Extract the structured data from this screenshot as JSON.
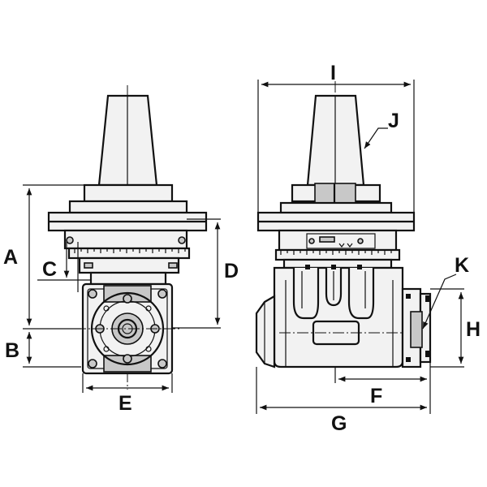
{
  "dimension_labels": {
    "A": "A",
    "B": "B",
    "C": "C",
    "D": "D",
    "E": "E",
    "F": "F",
    "G": "G",
    "H": "H",
    "I": "I",
    "J": "J",
    "K": "K"
  }
}
